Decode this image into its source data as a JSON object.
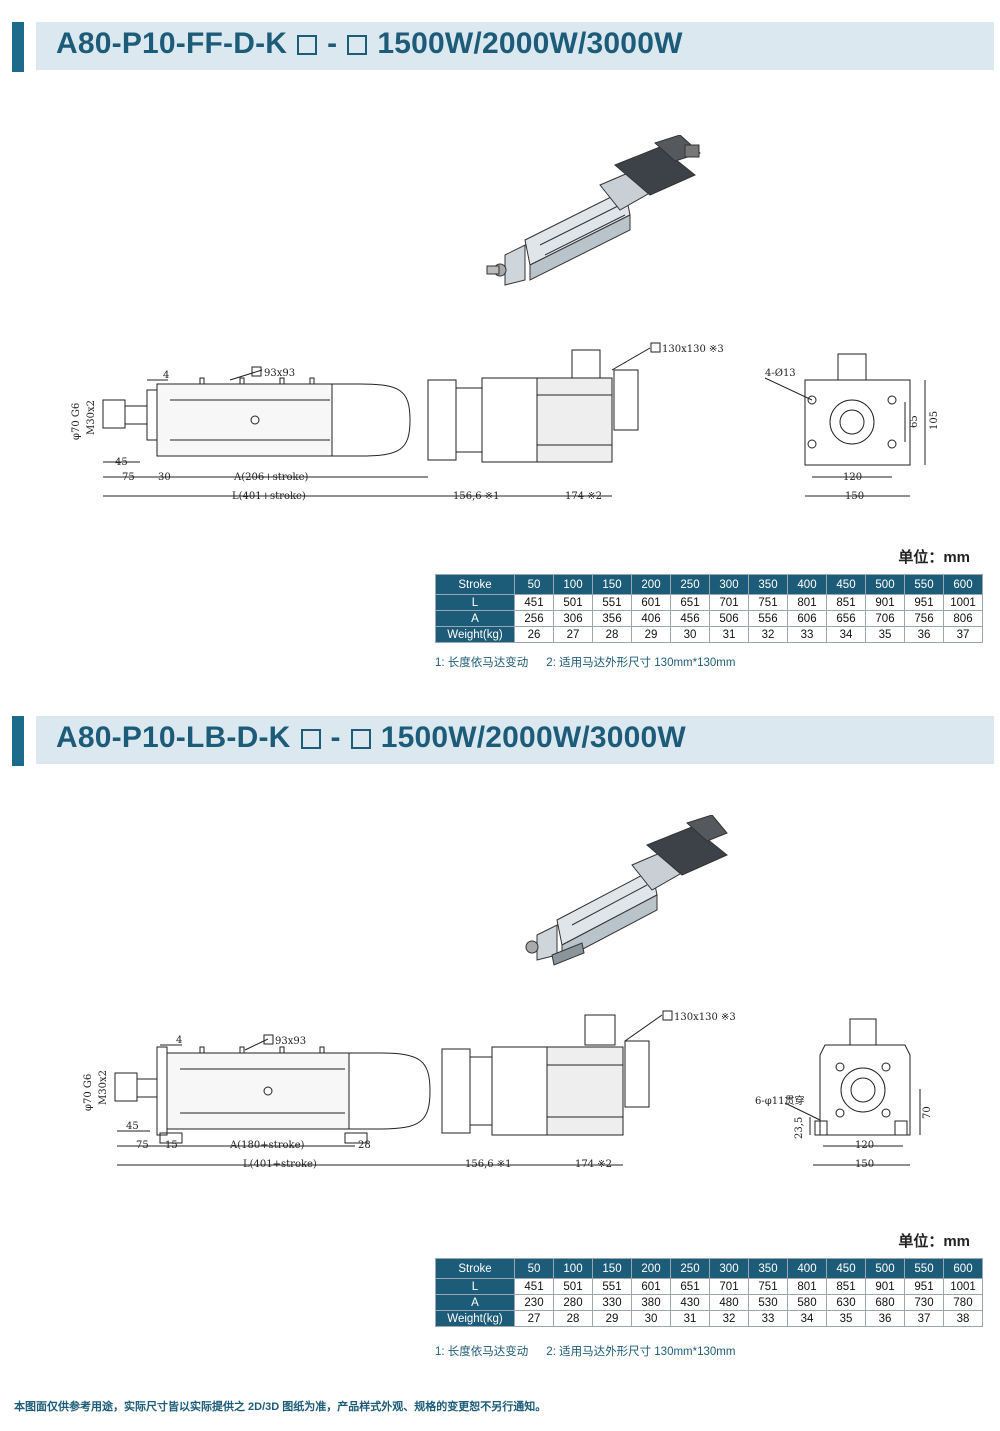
{
  "sections": [
    {
      "title": {
        "model": "A80-P10-FF-D-K",
        "dash": "-",
        "power": "1500W/2000W/3000W"
      },
      "drawing": {
        "flange_square": "93x93",
        "motor_square": "130x130 ※3",
        "rod_dia": "φ70 G6",
        "thread": "M30x2",
        "dim_4": "4",
        "dim_45": "45",
        "dim_75": "75",
        "dim_30": "30",
        "dim_A": "A(206+stroke)",
        "dim_L": "L(401+stroke)",
        "dim_1566": "156,6 ※1",
        "dim_174": "174 ※2",
        "holes": "4-Ø13",
        "dim_120": "120",
        "dim_150": "150",
        "dim_65": "65",
        "dim_105": "105"
      },
      "unit": "单位：mm",
      "table": {
        "header": "Stroke",
        "strokes": [
          "50",
          "100",
          "150",
          "200",
          "250",
          "300",
          "350",
          "400",
          "450",
          "500",
          "550",
          "600"
        ],
        "rows": [
          {
            "label": "L",
            "values": [
              "451",
              "501",
              "551",
              "601",
              "651",
              "701",
              "751",
              "801",
              "851",
              "901",
              "951",
              "1001"
            ]
          },
          {
            "label": "A",
            "values": [
              "256",
              "306",
              "356",
              "406",
              "456",
              "506",
              "556",
              "606",
              "656",
              "706",
              "756",
              "806"
            ]
          },
          {
            "label": "Weight(kg)",
            "values": [
              "26",
              "27",
              "28",
              "29",
              "30",
              "31",
              "32",
              "33",
              "34",
              "35",
              "36",
              "37"
            ]
          }
        ]
      },
      "notes": [
        "1: 长度依马达变动",
        "2: 适用马达外形尺寸 130mm*130mm"
      ]
    },
    {
      "title": {
        "model": "A80-P10-LB-D-K",
        "dash": "-",
        "power": "1500W/2000W/3000W"
      },
      "drawing": {
        "flange_square": "93x93",
        "motor_square": "130x130 ※3",
        "rod_dia": "φ70 G6",
        "thread": "M30x2",
        "dim_4": "4",
        "dim_45": "45",
        "dim_75": "75",
        "dim_15": "15",
        "dim_28": "28",
        "dim_A": "A(180+stroke)",
        "dim_L": "L(401+stroke)",
        "dim_1566": "156,6 ※1",
        "dim_174": "174 ※2",
        "holes": "6-φ11贯穿",
        "dim_120": "120",
        "dim_150": "150",
        "dim_70": "70",
        "dim_235": "23,5"
      },
      "unit": "单位：mm",
      "table": {
        "header": "Stroke",
        "strokes": [
          "50",
          "100",
          "150",
          "200",
          "250",
          "300",
          "350",
          "400",
          "450",
          "500",
          "550",
          "600"
        ],
        "rows": [
          {
            "label": "L",
            "values": [
              "451",
              "501",
              "551",
              "601",
              "651",
              "701",
              "751",
              "801",
              "851",
              "901",
              "951",
              "1001"
            ]
          },
          {
            "label": "A",
            "values": [
              "230",
              "280",
              "330",
              "380",
              "430",
              "480",
              "530",
              "580",
              "630",
              "680",
              "730",
              "780"
            ]
          },
          {
            "label": "Weight(kg)",
            "values": [
              "27",
              "28",
              "29",
              "30",
              "31",
              "32",
              "33",
              "34",
              "35",
              "36",
              "37",
              "38"
            ]
          }
        ]
      },
      "notes": [
        "1: 长度依马达变动",
        "2: 适用马达外形尺寸 130mm*130mm"
      ]
    }
  ],
  "footer": "本图面仅供参考用途，实际尺寸皆以实际提供之 2D/3D 图纸为准，产品样式外观、规格的变更恕不另行通知。"
}
